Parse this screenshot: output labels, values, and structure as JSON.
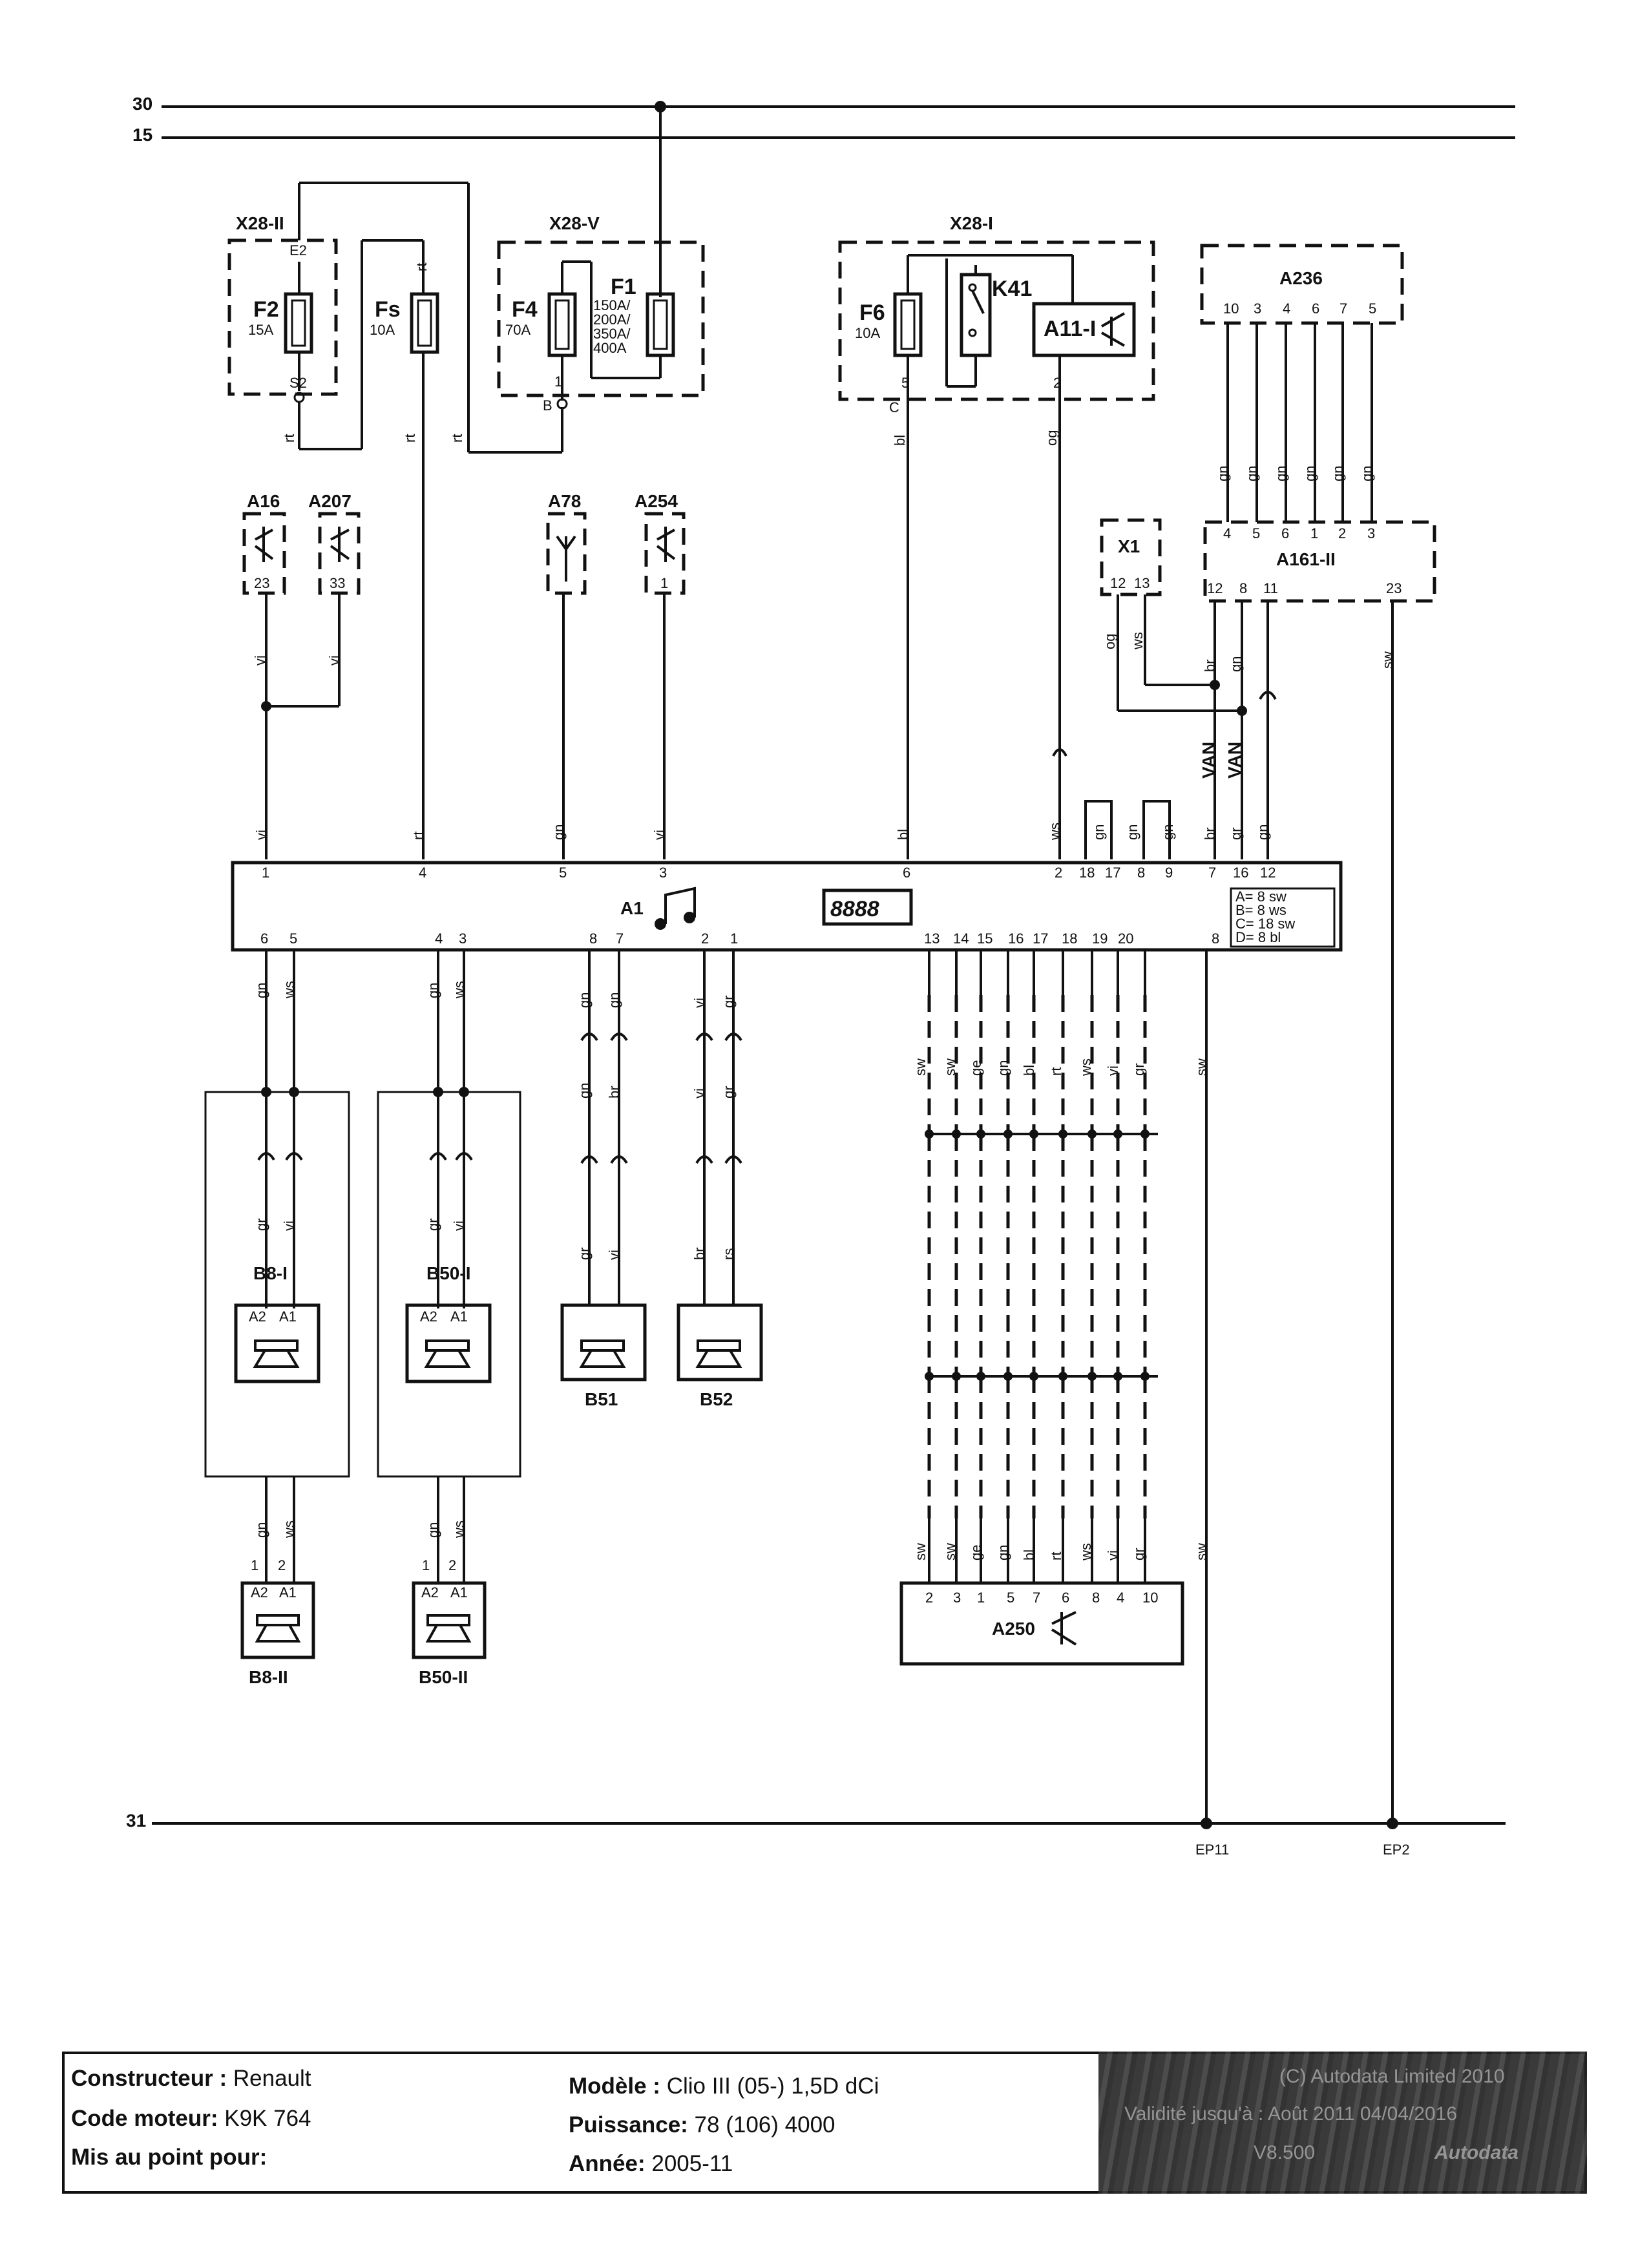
{
  "rails": {
    "top_30": "30",
    "top_15": "15",
    "bottom_31": "31",
    "ep11": "EP11",
    "ep2": "EP2"
  },
  "fuse_boxes": {
    "x28_ii": {
      "name": "X28-II",
      "f2": "F2",
      "f2_rating": "15A",
      "pin_top": "E2",
      "pin_bottom": "S2",
      "fs": "Fs",
      "fs_rating": "10A"
    },
    "x28_v": {
      "name": "X28-V",
      "f4": "F4",
      "f4_rating": "70A",
      "f1": "F1",
      "f1_ratings": [
        "150A/",
        "200A/",
        "350A/",
        "400A"
      ],
      "pin_1": "1",
      "pin_b": "B"
    },
    "x28_i": {
      "name": "X28-I",
      "f6": "F6",
      "f6_rating": "10A",
      "k41": "K41",
      "a11": "A11-I",
      "pin_c": "C",
      "pin_5": "5",
      "pin_2": "2"
    }
  },
  "a236": {
    "name": "A236",
    "pins": [
      "10",
      "3",
      "4",
      "6",
      "7",
      "5"
    ]
  },
  "a161": {
    "name": "A161-II",
    "pins_top": [
      "4",
      "5",
      "6",
      "1",
      "2",
      "3"
    ],
    "pins_bottom": [
      "12",
      "8",
      "11",
      "23"
    ]
  },
  "x1": {
    "name": "X1",
    "pins": [
      "12",
      "13"
    ]
  },
  "modules": {
    "a16": {
      "name": "A16",
      "pin": "23"
    },
    "a207": {
      "name": "A207",
      "pin": "33"
    },
    "a78": {
      "name": "A78"
    },
    "a254": {
      "name": "A254",
      "pin": "1"
    }
  },
  "a1": {
    "name": "A1",
    "display": "8888",
    "top_pins": [
      "1",
      "4",
      "5",
      "3",
      "6",
      "2",
      "18",
      "17",
      "8",
      "9",
      "7",
      "16",
      "12"
    ],
    "bottom_pins_left": [
      "6",
      "5",
      "4",
      "3",
      "8",
      "7",
      "2",
      "1"
    ],
    "bottom_pins_right": [
      "13",
      "14",
      "15",
      "16",
      "17",
      "18",
      "19",
      "20",
      "8"
    ],
    "connector_legend": [
      "A= 8 sw",
      "B= 8 ws",
      "C= 18 sw",
      "D= 8 bl"
    ]
  },
  "speakers": {
    "b8_i": "B8-I",
    "b50_i": "B50-I",
    "b51": "B51",
    "b52": "B52",
    "b8_ii": "B8-II",
    "b50_ii": "B50-II",
    "pins_a": [
      "A2",
      "A1"
    ],
    "pins_n": [
      "1",
      "2"
    ]
  },
  "a250": {
    "name": "A250",
    "pins": [
      "2",
      "3",
      "1",
      "5",
      "7",
      "6",
      "8",
      "4",
      "10"
    ]
  },
  "wire_colors": {
    "rt": "rt",
    "vi": "vi",
    "gn": "gn",
    "ws": "ws",
    "bl": "bl",
    "og": "og",
    "br": "br",
    "gr": "gr",
    "sw": "sw",
    "ge": "ge",
    "rs": "rs",
    "van": "VAN"
  },
  "info": {
    "constructeur_label": "Constructeur :",
    "constructeur": "Renault",
    "code_label": "Code moteur:",
    "code": "K9K 764",
    "mis_label": "Mis au point pour:",
    "modele_label": "Modèle :",
    "modele": "Clio III (05-) 1,5D dCi",
    "puissance_label": "Puissance:",
    "puissance": "78 (106) 4000",
    "annee_label": "Année:",
    "annee": "2005-11",
    "copyright": "(C) Autodata Limited 2010",
    "validite": "Validité jusqu'à : Août 2011   04/04/2016",
    "version": "V8.500",
    "brand": "Autodata"
  }
}
